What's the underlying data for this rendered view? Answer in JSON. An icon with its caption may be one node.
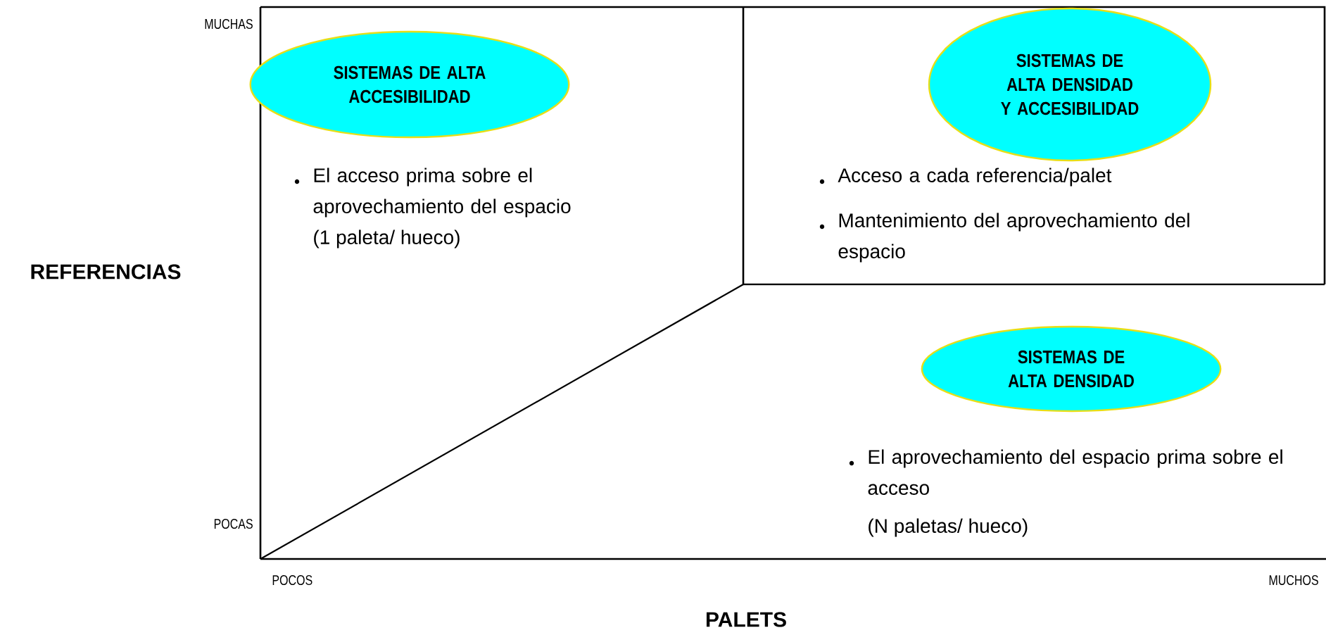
{
  "diagram": {
    "nodes": [
      {
        "text": [
          "SISTEMAS DE ALTA ACCESIBILIDAD"
        ]
      },
      {
        "text": [
          "SISTEMAS DE ALTA DENSIDAD Y ACCESIBILIDAD"
        ]
      },
      {
        "text": [
          "SISTEMAS DE ALTA DENSIDAD"
        ]
      }
    ],
    "edges": [],
    "labels": [
      "MUCHAS",
      "El acceso prima sobre el aprovechamiento del espacio",
      "(1 paleta/ hueco)",
      "Acceso a cada referencia/palet",
      "Mantenimiento del aprovechamiento del espacio",
      "REFERENCIAS",
      "El aprovechamiento del espacio prima sobre el acceso",
      "(N paletas/ hueco)",
      "POCAS",
      "POCOS",
      "MUCHOS",
      "PALETS"
    ]
  }
}
